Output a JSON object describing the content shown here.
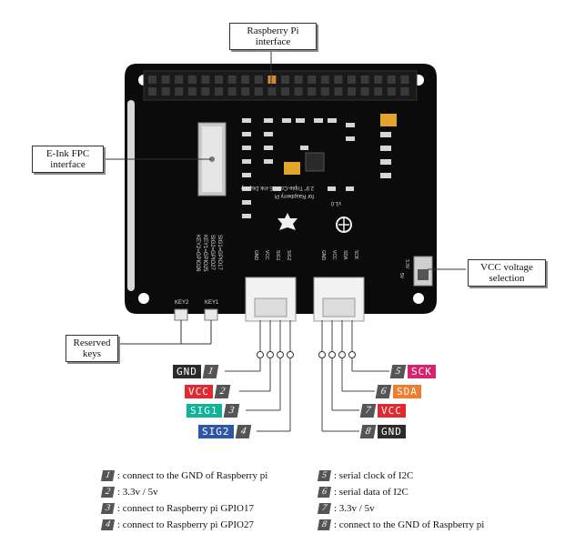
{
  "callouts": {
    "rpi": [
      "Raspberry Pi",
      "interface"
    ],
    "fpc": [
      "E-Ink FPC",
      "interface"
    ],
    "vcc": [
      "VCC voltage",
      "selection"
    ],
    "keys": [
      "Reserved",
      "keys"
    ]
  },
  "board_text": {
    "key2": "KEY2",
    "key1": "KEY1",
    "title": "2.9\" Triple-Color E-Ink Display",
    "subtitle": "for Raspberry Pi",
    "version": "v1.0",
    "conn_left_labels": [
      "SIG2",
      "SIG1",
      "VCC",
      "GND"
    ],
    "conn_right_labels": [
      "SCK",
      "SDA",
      "VCC",
      "GND"
    ],
    "gpio_labels": [
      "SIG1=GPIO17",
      "SIG2=GPIO27",
      "KEY1=GPIO25",
      "KEY2=GPIO26"
    ],
    "switch_labels": [
      "3.3V",
      "5V"
    ]
  },
  "pins_left": [
    {
      "name": "GND",
      "num": "1",
      "color": "#2b2b2b"
    },
    {
      "name": "VCC",
      "num": "2",
      "color": "#e02a2f"
    },
    {
      "name": "SIG1",
      "num": "3",
      "color": "#10b39a"
    },
    {
      "name": "SIG2",
      "num": "4",
      "color": "#2f56a6"
    }
  ],
  "pins_right": [
    {
      "name": "SCK",
      "num": "5",
      "color": "#d8236f"
    },
    {
      "name": "SDA",
      "num": "6",
      "color": "#ee7d2c"
    },
    {
      "name": "VCC",
      "num": "7",
      "color": "#e02a2f"
    },
    {
      "name": "GND",
      "num": "8",
      "color": "#2b2b2b"
    }
  ],
  "legend": [
    {
      "num": "1",
      "text": ": connect to the GND of Raspberry pi"
    },
    {
      "num": "2",
      "text": ": 3.3v / 5v"
    },
    {
      "num": "3",
      "text": ": connect to Raspberry pi GPIO17"
    },
    {
      "num": "4",
      "text": ": connect to Raspberry pi GPIO27"
    },
    {
      "num": "5",
      "text": ": serial clock of I2C"
    },
    {
      "num": "6",
      "text": ": serial data of I2C"
    },
    {
      "num": "7",
      "text": ": 3.3v / 5v"
    },
    {
      "num": "8",
      "text": ": connect to the GND of Raspberry pi"
    }
  ]
}
